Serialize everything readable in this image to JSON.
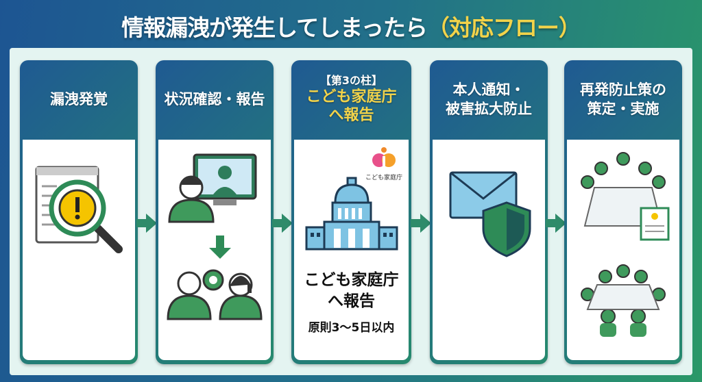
{
  "title": {
    "main": "情報漏洩が発生してしまったら",
    "highlight": "（対応フロー）"
  },
  "steps": [
    {
      "label": "漏洩発覚",
      "icon": "magnifier-warning-icon"
    },
    {
      "label": "状況確認・報告",
      "icon": "video-call-team-icon"
    },
    {
      "tag": "【第3の柱】",
      "label_line1": "こども家庭庁",
      "label_line2": "へ報告",
      "logo_text": "こども家庭庁",
      "body_line1": "こども家庭庁",
      "body_line2": "へ報告",
      "deadline": "原則3〜5日以内",
      "icon": "government-building-icon"
    },
    {
      "label_line1": "本人通知・",
      "label_line2": "被害拡大防止",
      "icon": "envelope-shield-icon"
    },
    {
      "label_line1": "再発防止策の",
      "label_line2": "策定・実施",
      "icon": "meeting-icon"
    }
  ],
  "colors": {
    "accent": "#f2d34a",
    "green": "#2e8b57",
    "blue": "#1f5a92"
  }
}
